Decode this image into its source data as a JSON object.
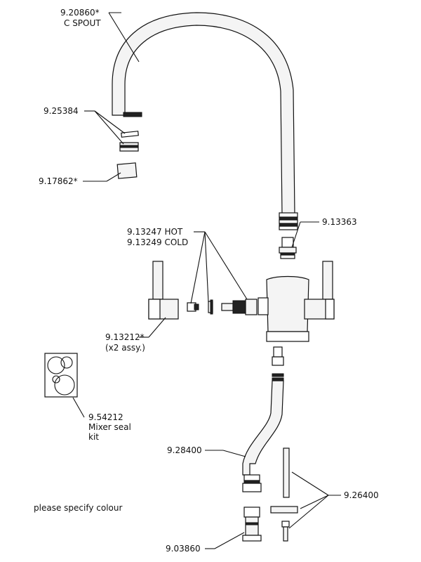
{
  "labels": {
    "spout_code": "9.20860*",
    "spout_name": "C SPOUT",
    "aerator": "9.25384",
    "spout_insert": "9.17862*",
    "connector": "9.13363",
    "cartridge_hot": "9.13247 HOT",
    "cartridge_cold": "9.13249 COLD",
    "handle": "9.13212*",
    "handle_note": "(x2 assy.)",
    "seal_kit_code": "9.54212",
    "seal_kit_line1": "Mixer seal",
    "seal_kit_line2": "kit",
    "hose": "9.28400",
    "fixing_kit": "9.26400",
    "tail_adaptor": "9.03860"
  },
  "note": "please specify colour"
}
